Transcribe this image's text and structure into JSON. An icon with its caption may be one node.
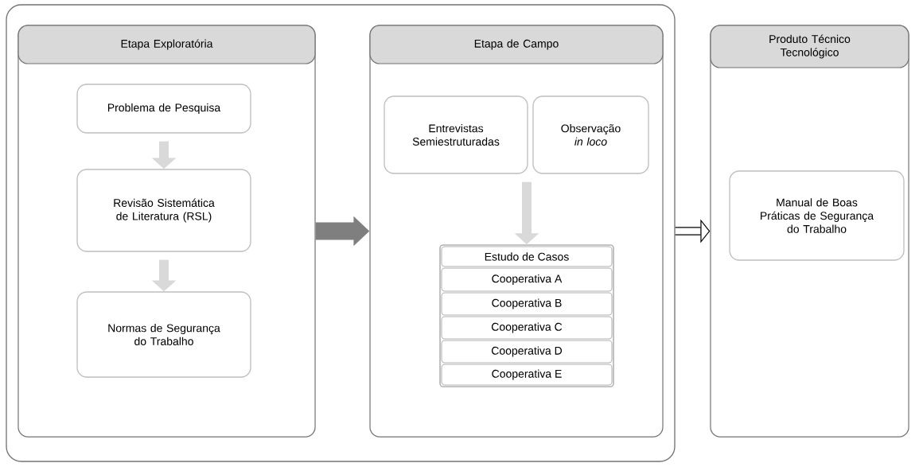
{
  "diagram": {
    "nodes": [
      {
        "text": [],
        "shape": "box"
      },
      {
        "text": [
          "Etapa Exploratória"
        ],
        "in": 0
      },
      {
        "text": [
          "Problema de Pesquisa"
        ],
        "in": 1
      },
      {
        "text": [
          "Revisão Sistemática de Literatura (RSL)"
        ],
        "in": 1
      },
      {
        "text": [
          "Normas de Segurança do Trabalho"
        ],
        "in": 1
      },
      {
        "text": [
          "Etapa de Campo"
        ],
        "in": 0
      },
      {
        "text": [
          "Entrevistas Semiestruturadas"
        ],
        "in": 5
      },
      {
        "text": [
          "Observação *in loco*"
        ],
        "in": 5
      },
      {
        "text": [],
        "shape": "box",
        "in": 5
      },
      {
        "text": [
          "Estudo de Casos"
        ],
        "in": 8
      },
      {
        "text": [
          "Cooperativa A"
        ],
        "in": 8
      },
      {
        "text": [
          "Cooperativa B"
        ],
        "in": 8
      },
      {
        "text": [
          "Cooperativa C"
        ],
        "in": 8
      },
      {
        "text": [
          "Cooperativa D"
        ],
        "in": 8
      },
      {
        "text": [
          "Cooperativa E"
        ],
        "in": 8
      },
      {
        "text": [
          "Produto Técnico Tecnológico"
        ]
      },
      {
        "text": [
          "Manual de Boas Práticas de Segurança do Trabalho"
        ],
        "in": 15
      }
    ],
    "edges": [
      {
        "from": 2,
        "to": 3,
        "arrow": "to"
      },
      {
        "from": 3,
        "to": 4,
        "arrow": "to"
      },
      {
        "from": 1,
        "to": 5,
        "arrow": "to",
        "style": "thick",
        "color": "#7f7f7f"
      },
      {
        "from": 6,
        "to": 8,
        "arrow": "to"
      },
      {
        "from": 0,
        "to": 15,
        "arrow": "to",
        "color": "#000000"
      }
    ]
  }
}
